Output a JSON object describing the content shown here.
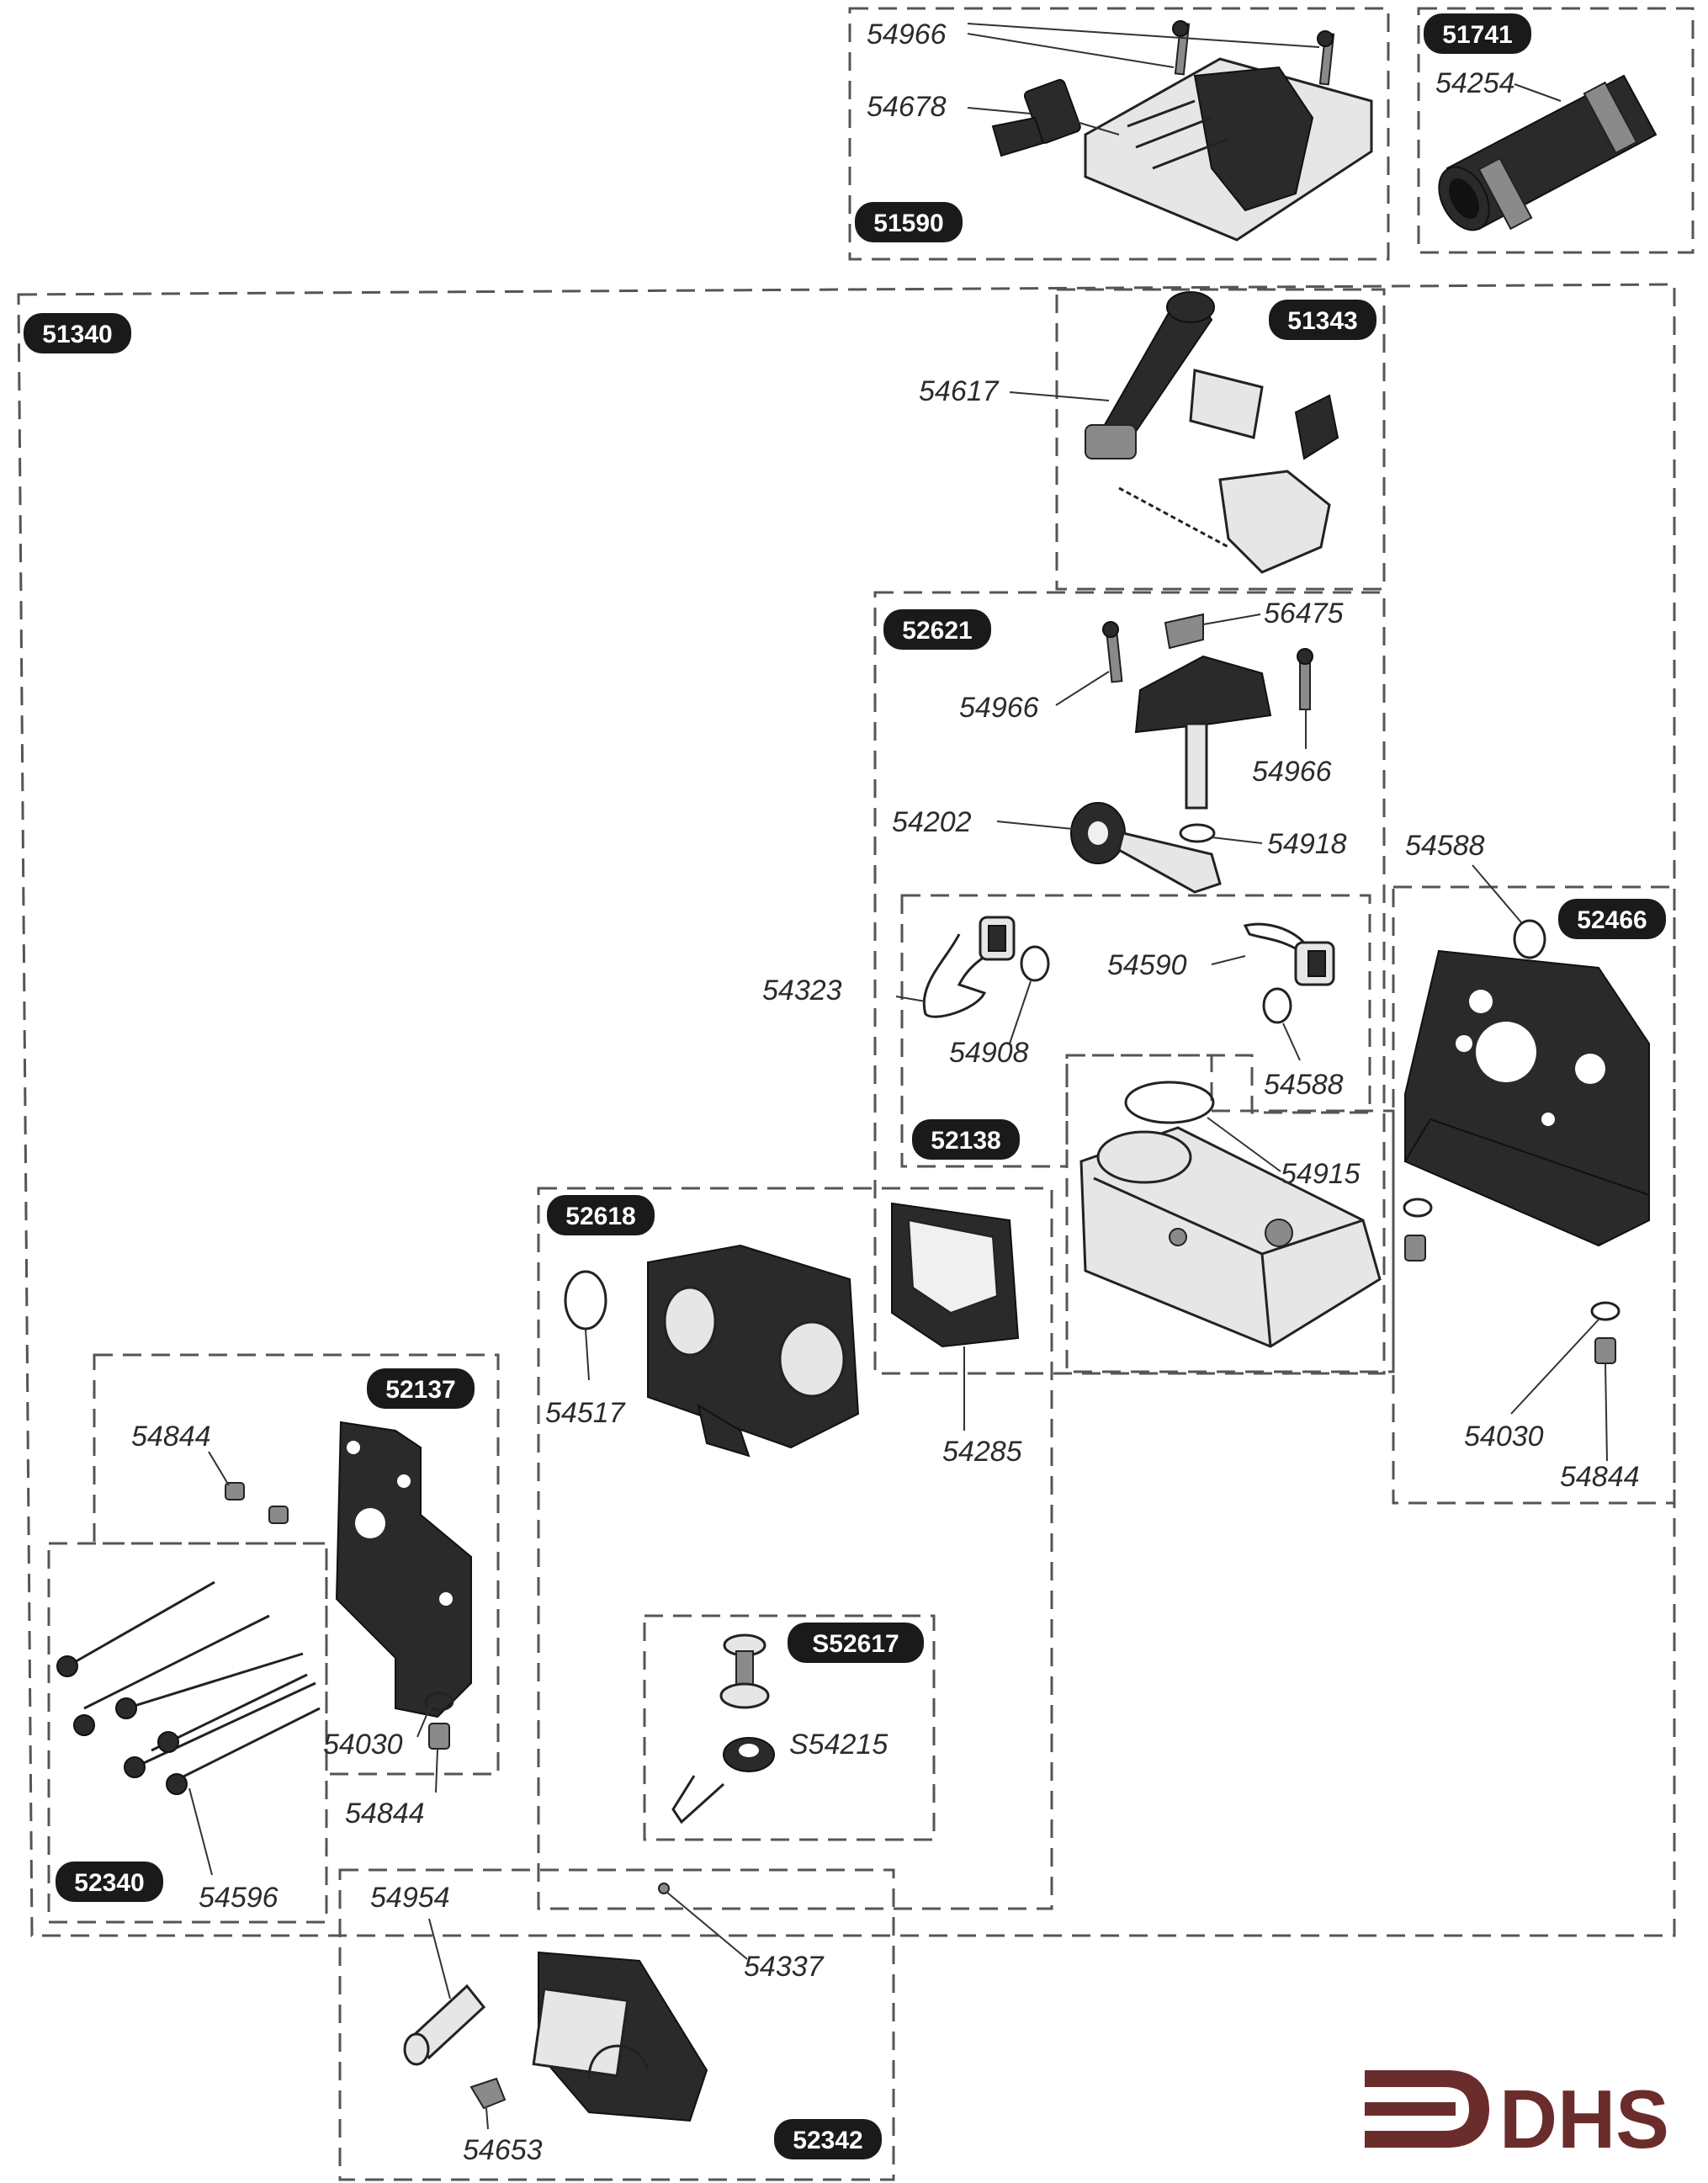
{
  "groups": {
    "g51590": "51590",
    "g51741": "51741",
    "g51340": "51340",
    "g51343": "51343",
    "g52621": "52621",
    "g52466": "52466",
    "g52138": "52138",
    "g52618": "52618",
    "g52137": "52137",
    "g52340": "52340",
    "gS52617": "S52617",
    "g52342": "52342"
  },
  "parts": {
    "p54966_top": "54966",
    "p54678": "54678",
    "p54254": "54254",
    "p54617": "54617",
    "p56475": "56475",
    "p54966_a": "54966",
    "p54966_b": "54966",
    "p54202": "54202",
    "p54918": "54918",
    "p54588_a": "54588",
    "p54323": "54323",
    "p54590": "54590",
    "p54908": "54908",
    "p54588_b": "54588",
    "p54915": "54915",
    "p54517": "54517",
    "p54285": "54285",
    "p54030_a": "54030",
    "p54844_a": "54844",
    "p54844_b": "54844",
    "p54030_b": "54030",
    "p54844_c": "54844",
    "p54596": "54596",
    "pS54215": "S54215",
    "p54954": "54954",
    "p54337": "54337",
    "p54653": "54653"
  },
  "logo": {
    "text": "DHS",
    "color": "#6b2c2c"
  }
}
